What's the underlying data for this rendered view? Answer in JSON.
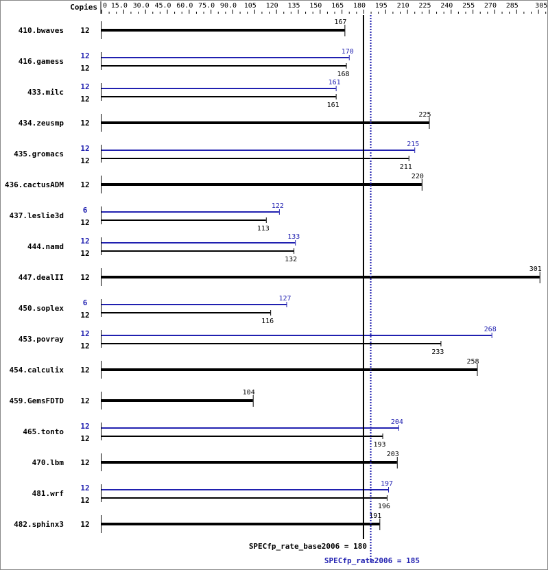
{
  "chart_data": {
    "type": "bar",
    "orientation": "horizontal",
    "copies_header": "Copies",
    "axis": {
      "min": 0,
      "max": 305,
      "ticks": [
        "0",
        "15.0",
        "30.0",
        "45.0",
        "60.0",
        "75.0",
        "90.0",
        "105",
        "120",
        "135",
        "150",
        "165",
        "180",
        "195",
        "210",
        "225",
        "240",
        "255",
        "270",
        "285",
        "305"
      ]
    },
    "colors": {
      "base": "#000000",
      "peak": "#2020b0"
    },
    "benchmarks": [
      {
        "name": "410.bwaves",
        "base_copies": "12",
        "base": 167
      },
      {
        "name": "416.gamess",
        "peak_copies": "12",
        "peak": 170,
        "base_copies": "12",
        "base": 168
      },
      {
        "name": "433.milc",
        "peak_copies": "12",
        "peak": 161,
        "base_copies": "12",
        "base": 161
      },
      {
        "name": "434.zeusmp",
        "base_copies": "12",
        "base": 225
      },
      {
        "name": "435.gromacs",
        "peak_copies": "12",
        "peak": 215,
        "base_copies": "12",
        "base": 211
      },
      {
        "name": "436.cactusADM",
        "base_copies": "12",
        "base": 220
      },
      {
        "name": "437.leslie3d",
        "peak_copies": "6",
        "peak": 122,
        "base_copies": "12",
        "base": 113
      },
      {
        "name": "444.namd",
        "peak_copies": "12",
        "peak": 133,
        "base_copies": "12",
        "base": 132
      },
      {
        "name": "447.dealII",
        "base_copies": "12",
        "base": 301
      },
      {
        "name": "450.soplex",
        "peak_copies": "6",
        "peak": 127,
        "base_copies": "12",
        "base": 116
      },
      {
        "name": "453.povray",
        "peak_copies": "12",
        "peak": 268,
        "base_copies": "12",
        "base": 233
      },
      {
        "name": "454.calculix",
        "base_copies": "12",
        "base": 258
      },
      {
        "name": "459.GemsFDTD",
        "base_copies": "12",
        "base": 104
      },
      {
        "name": "465.tonto",
        "peak_copies": "12",
        "peak": 204,
        "base_copies": "12",
        "base": 193
      },
      {
        "name": "470.lbm",
        "base_copies": "12",
        "base": 203
      },
      {
        "name": "481.wrf",
        "peak_copies": "12",
        "peak": 197,
        "base_copies": "12",
        "base": 196
      },
      {
        "name": "482.sphinx3",
        "base_copies": "12",
        "base": 191
      }
    ],
    "summary": {
      "base_label": "SPECfp_rate_base2006 = 180",
      "base_value": 180,
      "peak_label": "SPECfp_rate2006 = 185",
      "peak_value": 185
    }
  }
}
